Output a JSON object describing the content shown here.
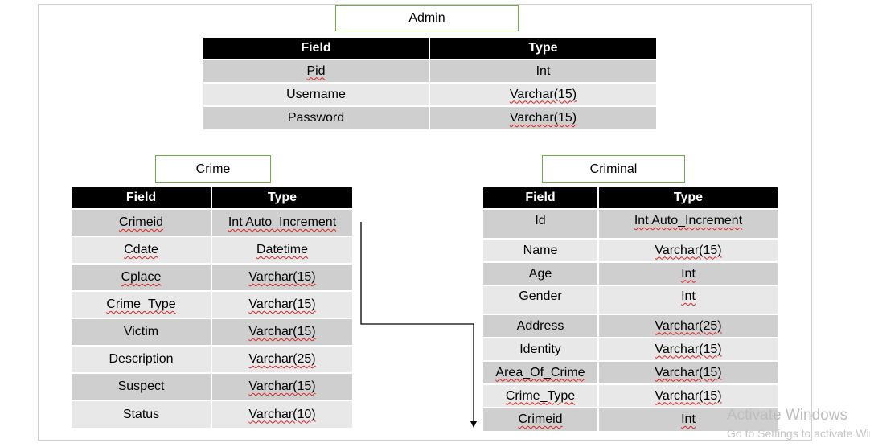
{
  "headers": {
    "field": "Field",
    "type": "Type"
  },
  "admin": {
    "title": "Admin",
    "rows": [
      {
        "field": "Pid",
        "type": "Int"
      },
      {
        "field": "Username",
        "type": "Varchar(15)"
      },
      {
        "field": "Password",
        "type": "Varchar(15)"
      }
    ]
  },
  "crime": {
    "title": "Crime",
    "rows": [
      {
        "field": "Crimeid",
        "type": "Int Auto_Increment"
      },
      {
        "field": "Cdate",
        "type": "Datetime"
      },
      {
        "field": "Cplace",
        "type": "Varchar(15)"
      },
      {
        "field": "Crime_Type",
        "type": "Varchar(15)"
      },
      {
        "field": "Victim",
        "type": "Varchar(15)"
      },
      {
        "field": "Description",
        "type": "Varchar(25)"
      },
      {
        "field": "Suspect",
        "type": "Varchar(15)"
      },
      {
        "field": "Status",
        "type": "Varchar(10)"
      }
    ]
  },
  "criminal": {
    "title": "Criminal",
    "rows": [
      {
        "field": "Id",
        "type": "Int Auto_Increment"
      },
      {
        "field": "Name",
        "type": "Varchar(15)"
      },
      {
        "field": "Age",
        "type": "Int"
      },
      {
        "field": "Gender",
        "type": "Int"
      },
      {
        "field": "Address",
        "type": "Varchar(25)"
      },
      {
        "field": "Identity",
        "type": "Varchar(15)"
      },
      {
        "field": "Area_Of_Crime",
        "type": "Varchar(15)"
      },
      {
        "field": "Crime_Type",
        "type": "Varchar(15)"
      },
      {
        "field": "Crimeid",
        "type": "Int"
      }
    ]
  },
  "watermark": {
    "line1": "Activate Windows",
    "line2": "Go to Settings to activate Windows."
  },
  "colors": {
    "header_bg": "#000000",
    "row_dark": "#cfcfcf",
    "row_light": "#e8e8e8",
    "title_border": "#70ad47"
  }
}
